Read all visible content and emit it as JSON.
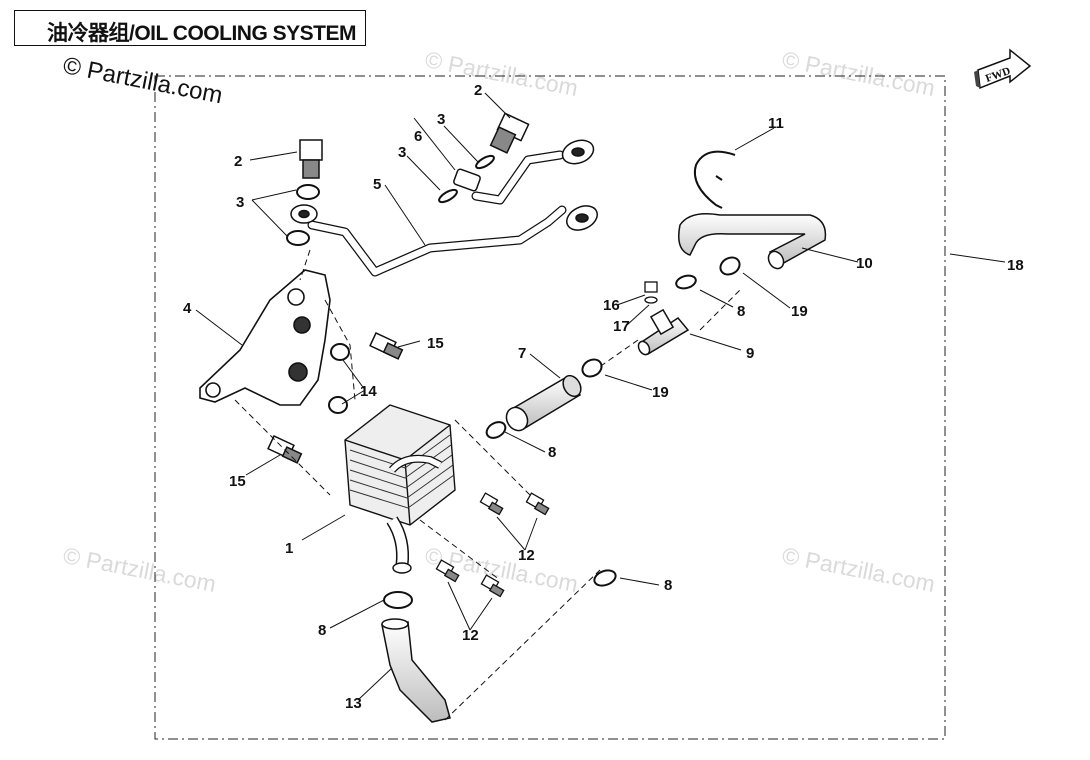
{
  "title": "油冷器组/OIL COOLING SYSTEM",
  "watermark": {
    "main": "© Partzilla.com",
    "faint": "© Partzilla.com"
  },
  "fwd_label": "FWD",
  "callouts": {
    "c1": "1",
    "c2a": "2",
    "c2b": "2",
    "c3a": "3",
    "c3b": "3",
    "c3c": "3",
    "c4": "4",
    "c5": "5",
    "c6": "6",
    "c7": "7",
    "c8a": "8",
    "c8b": "8",
    "c8c": "8",
    "c8d": "8",
    "c9": "9",
    "c10": "10",
    "c11": "11",
    "c12a": "12",
    "c12b": "12",
    "c13": "13",
    "c14": "14",
    "c15a": "15",
    "c15b": "15",
    "c16": "16",
    "c17": "17",
    "c18": "18",
    "c19a": "19",
    "c19b": "19"
  },
  "colors": {
    "line": "#111111",
    "watermark_faint": "#dadada"
  }
}
